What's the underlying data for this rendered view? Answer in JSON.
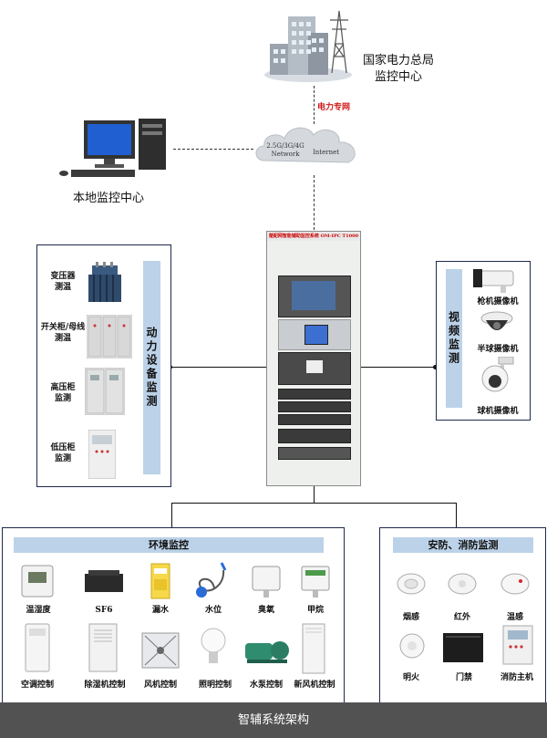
{
  "top": {
    "hq_label_line1": "国家电力总局",
    "hq_label_line2": "监控中心",
    "power_net_label": "电力专网",
    "cloud_text_left": "2.5G/3G/4G Network",
    "cloud_text_right": "Internet",
    "local_center_label": "本地监控中心"
  },
  "cabinet": {
    "header_text": "楚配网智能辅助监控系统 OM-IPC T1000"
  },
  "left_panel": {
    "title": "动力设备监测",
    "items": [
      {
        "label": "变压器\n测温",
        "icon": "transformer-icon"
      },
      {
        "label": "开关柜/母线\n测温",
        "icon": "switchgear-icon"
      },
      {
        "label": "高压柜\n监测",
        "icon": "hv-cabinet-icon"
      },
      {
        "label": "低压柜\n监测",
        "icon": "lv-cabinet-icon"
      }
    ]
  },
  "right_panel": {
    "title": "视频监测",
    "items": [
      {
        "label": "枪机摄像机",
        "icon": "bullet-camera-icon"
      },
      {
        "label": "半球摄像机",
        "icon": "dome-camera-icon"
      },
      {
        "label": "球机摄像机",
        "icon": "ptz-camera-icon"
      }
    ]
  },
  "env_panel": {
    "title": "环境监控",
    "row1": [
      {
        "label": "温湿度",
        "icon": "thermo-hygrometer-icon"
      },
      {
        "label": "SF6",
        "icon": "sf6-sensor-icon"
      },
      {
        "label": "漏水",
        "icon": "water-leak-icon"
      },
      {
        "label": "水位",
        "icon": "water-level-icon"
      },
      {
        "label": "臭氧",
        "icon": "ozone-sensor-icon"
      },
      {
        "label": "甲烷",
        "icon": "methane-sensor-icon"
      }
    ],
    "row2": [
      {
        "label": "空调控制",
        "icon": "air-conditioner-icon"
      },
      {
        "label": "除湿机控制",
        "icon": "dehumidifier-icon"
      },
      {
        "label": "风机控制",
        "icon": "fan-icon"
      },
      {
        "label": "照明控制",
        "icon": "light-bulb-icon"
      },
      {
        "label": "水泵控制",
        "icon": "water-pump-icon"
      },
      {
        "label": "新风机控制",
        "icon": "fresh-air-unit-icon"
      }
    ]
  },
  "security_panel": {
    "title": "安防、消防监测",
    "row1": [
      {
        "label": "烟感",
        "icon": "smoke-detector-icon"
      },
      {
        "label": "红外",
        "icon": "infrared-detector-icon"
      },
      {
        "label": "温感",
        "icon": "heat-detector-icon"
      }
    ],
    "row2": [
      {
        "label": "明火",
        "icon": "flame-detector-icon"
      },
      {
        "label": "门禁",
        "icon": "access-control-icon"
      },
      {
        "label": "消防主机",
        "icon": "fire-host-icon"
      }
    ]
  },
  "footer": {
    "caption": "智辅系统架构"
  },
  "colors": {
    "panel_bar": "#bcd2e8",
    "footer_bg": "#525252",
    "power_net": "#d11a1a"
  }
}
